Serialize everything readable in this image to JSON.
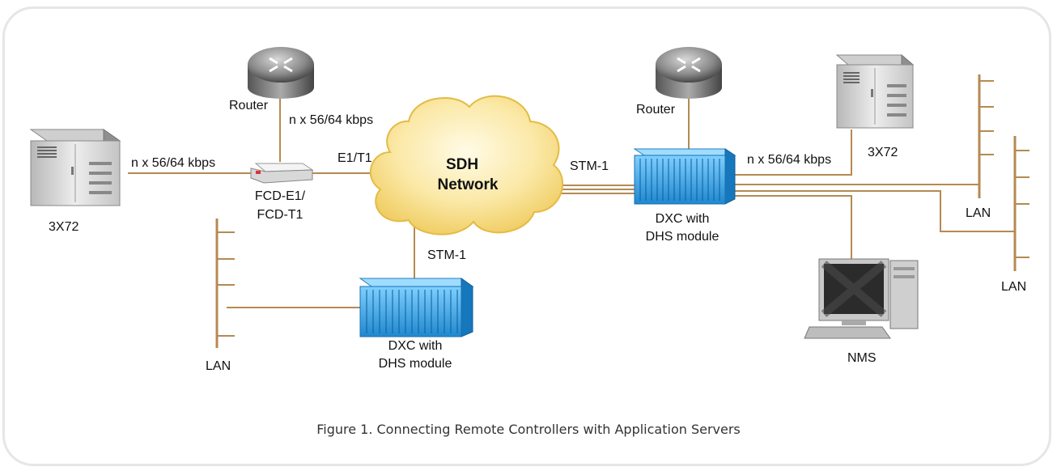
{
  "labels": {
    "router_left": "Router",
    "router_right": "Router",
    "rate_router_left": "n x 56/64 kbps",
    "rate_server_left": "n x 56/64 kbps",
    "rate_server_right": "n x 56/64 kbps",
    "e1t1": "E1/T1",
    "fcd_line1": "FCD-E1/",
    "fcd_line2": "FCD-T1",
    "server_left": "3X72",
    "server_right": "3X72",
    "cloud_line1": "SDH",
    "cloud_line2": "Network",
    "stm_right": "STM-1",
    "stm_bottom": "STM-1",
    "dxc_right_line1": "DXC with",
    "dxc_right_line2": "DHS module",
    "dxc_bottom_line1": "DXC with",
    "dxc_bottom_line2": "DHS module",
    "lan_left": "LAN",
    "lan_right1": "LAN",
    "lan_right2": "LAN",
    "nms": "NMS"
  },
  "caption": "Figure 1.  Connecting Remote Controllers with Application Servers",
  "colors": {
    "link": "#b48a52",
    "dxc_blue": "#2e9fe0",
    "cloud": "#f5d77a",
    "frame": "#e6e6e6"
  }
}
